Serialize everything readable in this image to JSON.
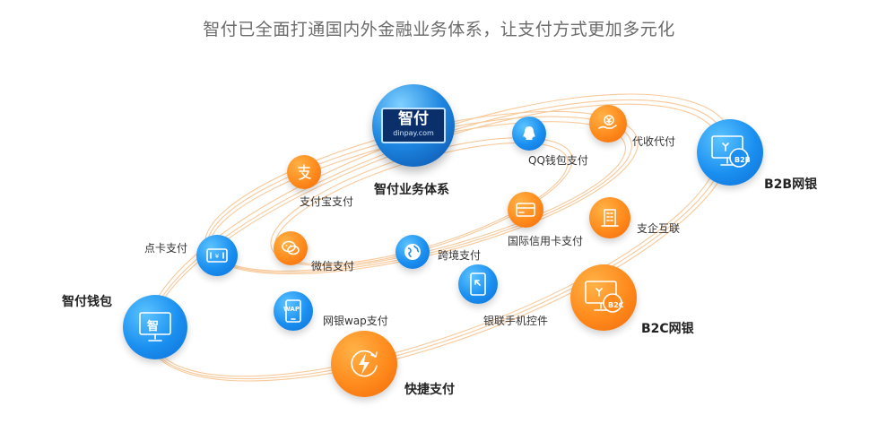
{
  "title": "智付已全面打通国内外金融业务体系，让支付方式更加多元化",
  "hub": {
    "logo_cn": "智付",
    "logo_en": "dinpay.com",
    "label": "智付业务体系"
  },
  "nodes": {
    "alipay": "支付宝支付",
    "qq": "QQ钱包支付",
    "collect": "代收代付",
    "b2b": "B2B网银",
    "b2b_badge": "B2B",
    "card": "点卡支付",
    "wechat": "微信支付",
    "crossborder": "跨境支付",
    "intlcard": "国际信用卡支付",
    "enterprise": "支企互联",
    "wallet": "智付钱包",
    "wallet_glyph": "智",
    "wap": "网银wap支付",
    "wap_badge": "WAP",
    "mobile": "银联手机控件",
    "b2c": "B2C网银",
    "b2c_badge": "B2C",
    "quick": "快捷支付"
  },
  "colors": {
    "blue": "#1a8ff0",
    "orange": "#ff8a1c",
    "orbit": "#f8c99a"
  }
}
